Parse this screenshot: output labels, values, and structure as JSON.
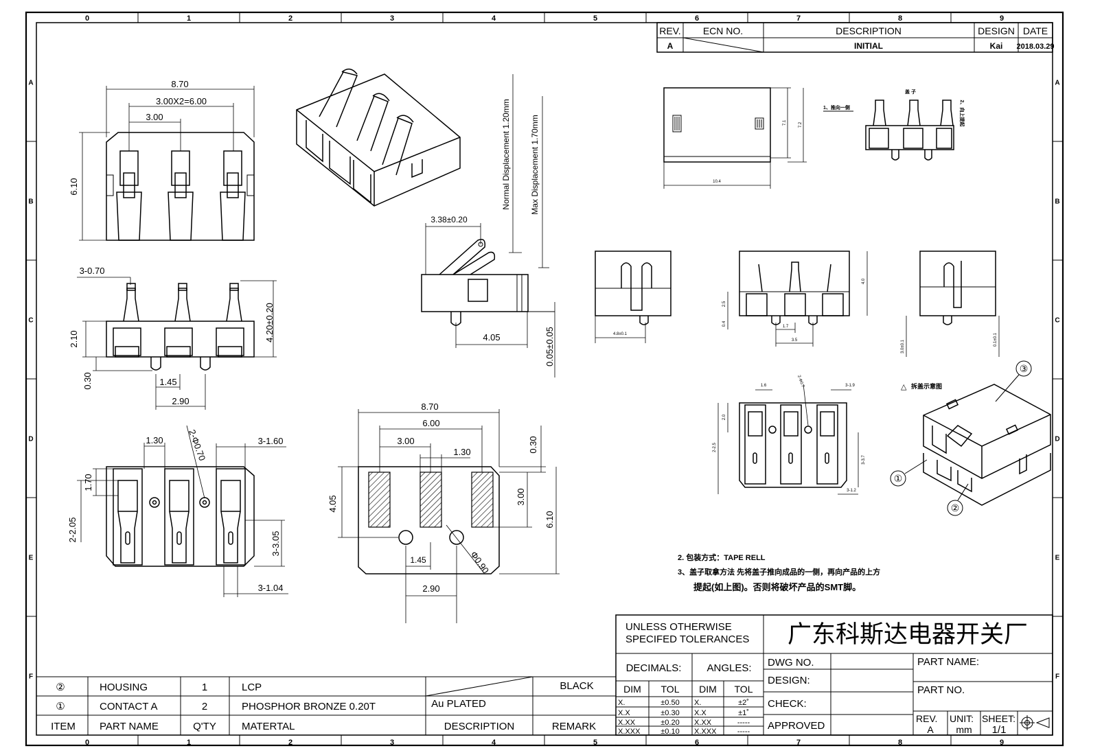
{
  "grid": {
    "columns": [
      "0",
      "1",
      "2",
      "3",
      "4",
      "5",
      "6",
      "7",
      "8",
      "9"
    ],
    "rows": [
      "A",
      "B",
      "C",
      "D",
      "E",
      "F"
    ]
  },
  "revision_block": {
    "headers": {
      "rev": "REV.",
      "ecn": "ECN NO.",
      "description": "DESCRIPTION",
      "design": "DESIGN",
      "date": "DATE"
    },
    "row": {
      "rev": "A",
      "description": "INITIAL",
      "design": "Kai",
      "date": "2018.03.29"
    }
  },
  "top_view": {
    "width": "8.70",
    "pitch_total": "3.00X2=6.00",
    "pitch": "3.00",
    "height": "6.10"
  },
  "front_view": {
    "pin_width": "3-0.70",
    "height_total": "4.20±0.20",
    "body_height": "2.10",
    "peg_height": "0.30",
    "peg_offset": "1.45",
    "peg_spacing": "2.90"
  },
  "side_view": {
    "label_normal": "Normal Displacement 1.20mm",
    "label_max": "Max Displacement 1.70mm",
    "contact_offset": "3.38±0.20",
    "peg_distance": "4.05",
    "coplanarity": "0.05±0.05"
  },
  "bottom_view": {
    "pad_width_top": "1.30",
    "hole_callout": "2-Φ0.70",
    "pad_label": "3-1.60",
    "pad_offset": "1.70",
    "pad_pitch": "2-2.05",
    "pad_length": "3-3.05",
    "pad_bottom": "3-1.04"
  },
  "land_pattern": {
    "total_width": "8.70",
    "outer_span": "6.00",
    "pitch": "3.00",
    "pad_width": "1.30",
    "top_gap": "0.30",
    "pad_height": "3.00",
    "pad_offset_v": "4.05",
    "total_height": "6.10",
    "hole_offset": "1.45",
    "hole_spacing": "2.90",
    "hole_dia": "Φ0.90"
  },
  "small_views": {
    "push_label": "1、推向一侧",
    "cover_label": "盖 子",
    "lift_label": "2、向上提起",
    "dim_len": "10.4",
    "dim_h1": "7.1",
    "dim_h2": "7.2",
    "dim_a": "4.8±0.1",
    "dim_b": "2.5",
    "dim_c": "0.4",
    "dim_d": "1.7",
    "dim_e": "3.5",
    "dim_f": "4.0",
    "dim_g": "3.0±0.1",
    "dim_h": "0.1±0.1",
    "dim_i": "1.6",
    "dim_j": "2-Φ0.7",
    "dim_k": "3-1.9",
    "dim_l": "2.0",
    "dim_m": "2-2.5",
    "dim_n": "3-3.7",
    "dim_o": "3-1.2",
    "explode_label": "拆盖示意图",
    "balloon_1": "①",
    "balloon_2": "②",
    "balloon_3": "③"
  },
  "notes": {
    "note2": "2. 包装方式：TAPE RELL",
    "note3a": "3、盖子取拿方法 先将盖子推向成品的一侧，再向产品的上方",
    "note3b": "提起(如上图)。否则将破坏产品的SMT脚。"
  },
  "bom": {
    "rows": [
      {
        "item": "②",
        "name": "HOUSING",
        "qty": "1",
        "material": "LCP",
        "description": "",
        "remark": "BLACK"
      },
      {
        "item": "①",
        "name": "CONTACT A",
        "qty": "2",
        "material": "PHOSPHOR BRONZE 0.20T",
        "description": "Au PLATED",
        "remark": ""
      }
    ],
    "header": {
      "item": "ITEM",
      "name": "PART NAME",
      "qty": "Q'TY",
      "material": "MATERTAL",
      "description": "DESCRIPTION",
      "remark": "REMARK"
    }
  },
  "title_block": {
    "tolerance_heading": [
      "UNLESS OTHERWISE",
      "SPECIFED TOLERANCES"
    ],
    "company": "广东科斯达电器开关厂",
    "decimals": "DECIMALS:",
    "angles": "ANGLES:",
    "dim_header": "DIM",
    "tol_header": "TOL",
    "decimal_rows": [
      [
        "X.",
        "±0.50"
      ],
      [
        "X.X",
        "±0.30"
      ],
      [
        "X.XX",
        "±0.20"
      ],
      [
        "X.XXX",
        "±0.10"
      ]
    ],
    "angle_rows": [
      [
        "X.",
        "±2˚"
      ],
      [
        "X.X",
        "±1˚"
      ],
      [
        "X.XX",
        "-----"
      ],
      [
        "X.XXX",
        "-----"
      ]
    ],
    "dwg_no": "DWG NO.",
    "design": "DESIGN:",
    "check": "CHECK:",
    "approved": "APPROVED",
    "part_name": "PART NAME:",
    "part_no": "PART NO.",
    "rev_label": "REV.",
    "rev_value": "A",
    "unit_label": "UNIT:",
    "unit_value": "mm",
    "sheet_label": "SHEET:",
    "sheet_value": "1/1"
  }
}
